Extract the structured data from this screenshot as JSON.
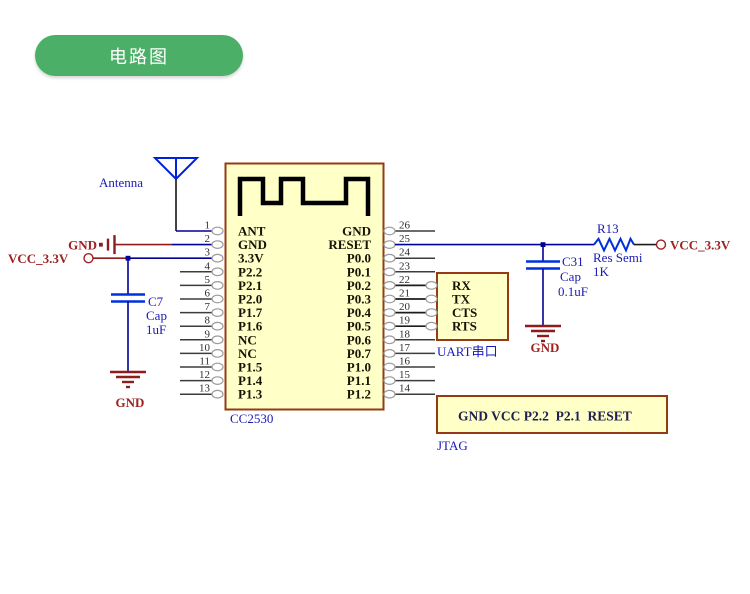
{
  "badge": {
    "label": "电路图"
  },
  "colors": {
    "badge_green": "#4caf67",
    "chip_fill": "#ffffc8",
    "chip_border": "#963a16",
    "wire_navy": "#000096",
    "symbol_blue": "#0030dd",
    "text_blue": "#1a1ab8",
    "text_maroon": "#9e2222"
  },
  "schematic": {
    "antenna_label": "Antenna",
    "chip": {
      "refdes": "CC2530",
      "left_pins": [
        {
          "num": "1",
          "label": "ANT"
        },
        {
          "num": "2",
          "label": "GND"
        },
        {
          "num": "3",
          "label": "3.3V"
        },
        {
          "num": "4",
          "label": "P2.2"
        },
        {
          "num": "5",
          "label": "P2.1"
        },
        {
          "num": "6",
          "label": "P2.0"
        },
        {
          "num": "7",
          "label": "P1.7"
        },
        {
          "num": "8",
          "label": "P1.6"
        },
        {
          "num": "9",
          "label": "NC"
        },
        {
          "num": "10",
          "label": "NC"
        },
        {
          "num": "11",
          "label": "P1.5"
        },
        {
          "num": "12",
          "label": "P1.4"
        },
        {
          "num": "13",
          "label": "P1.3"
        }
      ],
      "right_pins": [
        {
          "num": "26",
          "label": "GND"
        },
        {
          "num": "25",
          "label": "RESET"
        },
        {
          "num": "24",
          "label": "P0.0"
        },
        {
          "num": "23",
          "label": "P0.1"
        },
        {
          "num": "22",
          "label": "P0.2"
        },
        {
          "num": "21",
          "label": "P0.3"
        },
        {
          "num": "20",
          "label": "P0.4"
        },
        {
          "num": "19",
          "label": "P0.5"
        },
        {
          "num": "18",
          "label": "P0.6"
        },
        {
          "num": "17",
          "label": "P0.7"
        },
        {
          "num": "16",
          "label": "P1.0"
        },
        {
          "num": "15",
          "label": "P1.1"
        },
        {
          "num": "14",
          "label": "P1.2"
        }
      ]
    },
    "c7": {
      "ref": "C7",
      "type": "Cap",
      "value": "1uF"
    },
    "c31": {
      "ref": "C31",
      "type": "Cap",
      "value": "0.1uF"
    },
    "r13": {
      "ref": "R13",
      "type": "Res Semi",
      "value": "1K"
    },
    "uart": {
      "pins": [
        "RX",
        "TX",
        "CTS",
        "RTS"
      ],
      "label": "UART串口"
    },
    "jtag": {
      "pins_text": "GND VCC P2.2  P2.1  RESET",
      "label": "JTAG"
    },
    "labels": {
      "gnd": "GND",
      "vcc": "VCC_3.3V"
    }
  }
}
